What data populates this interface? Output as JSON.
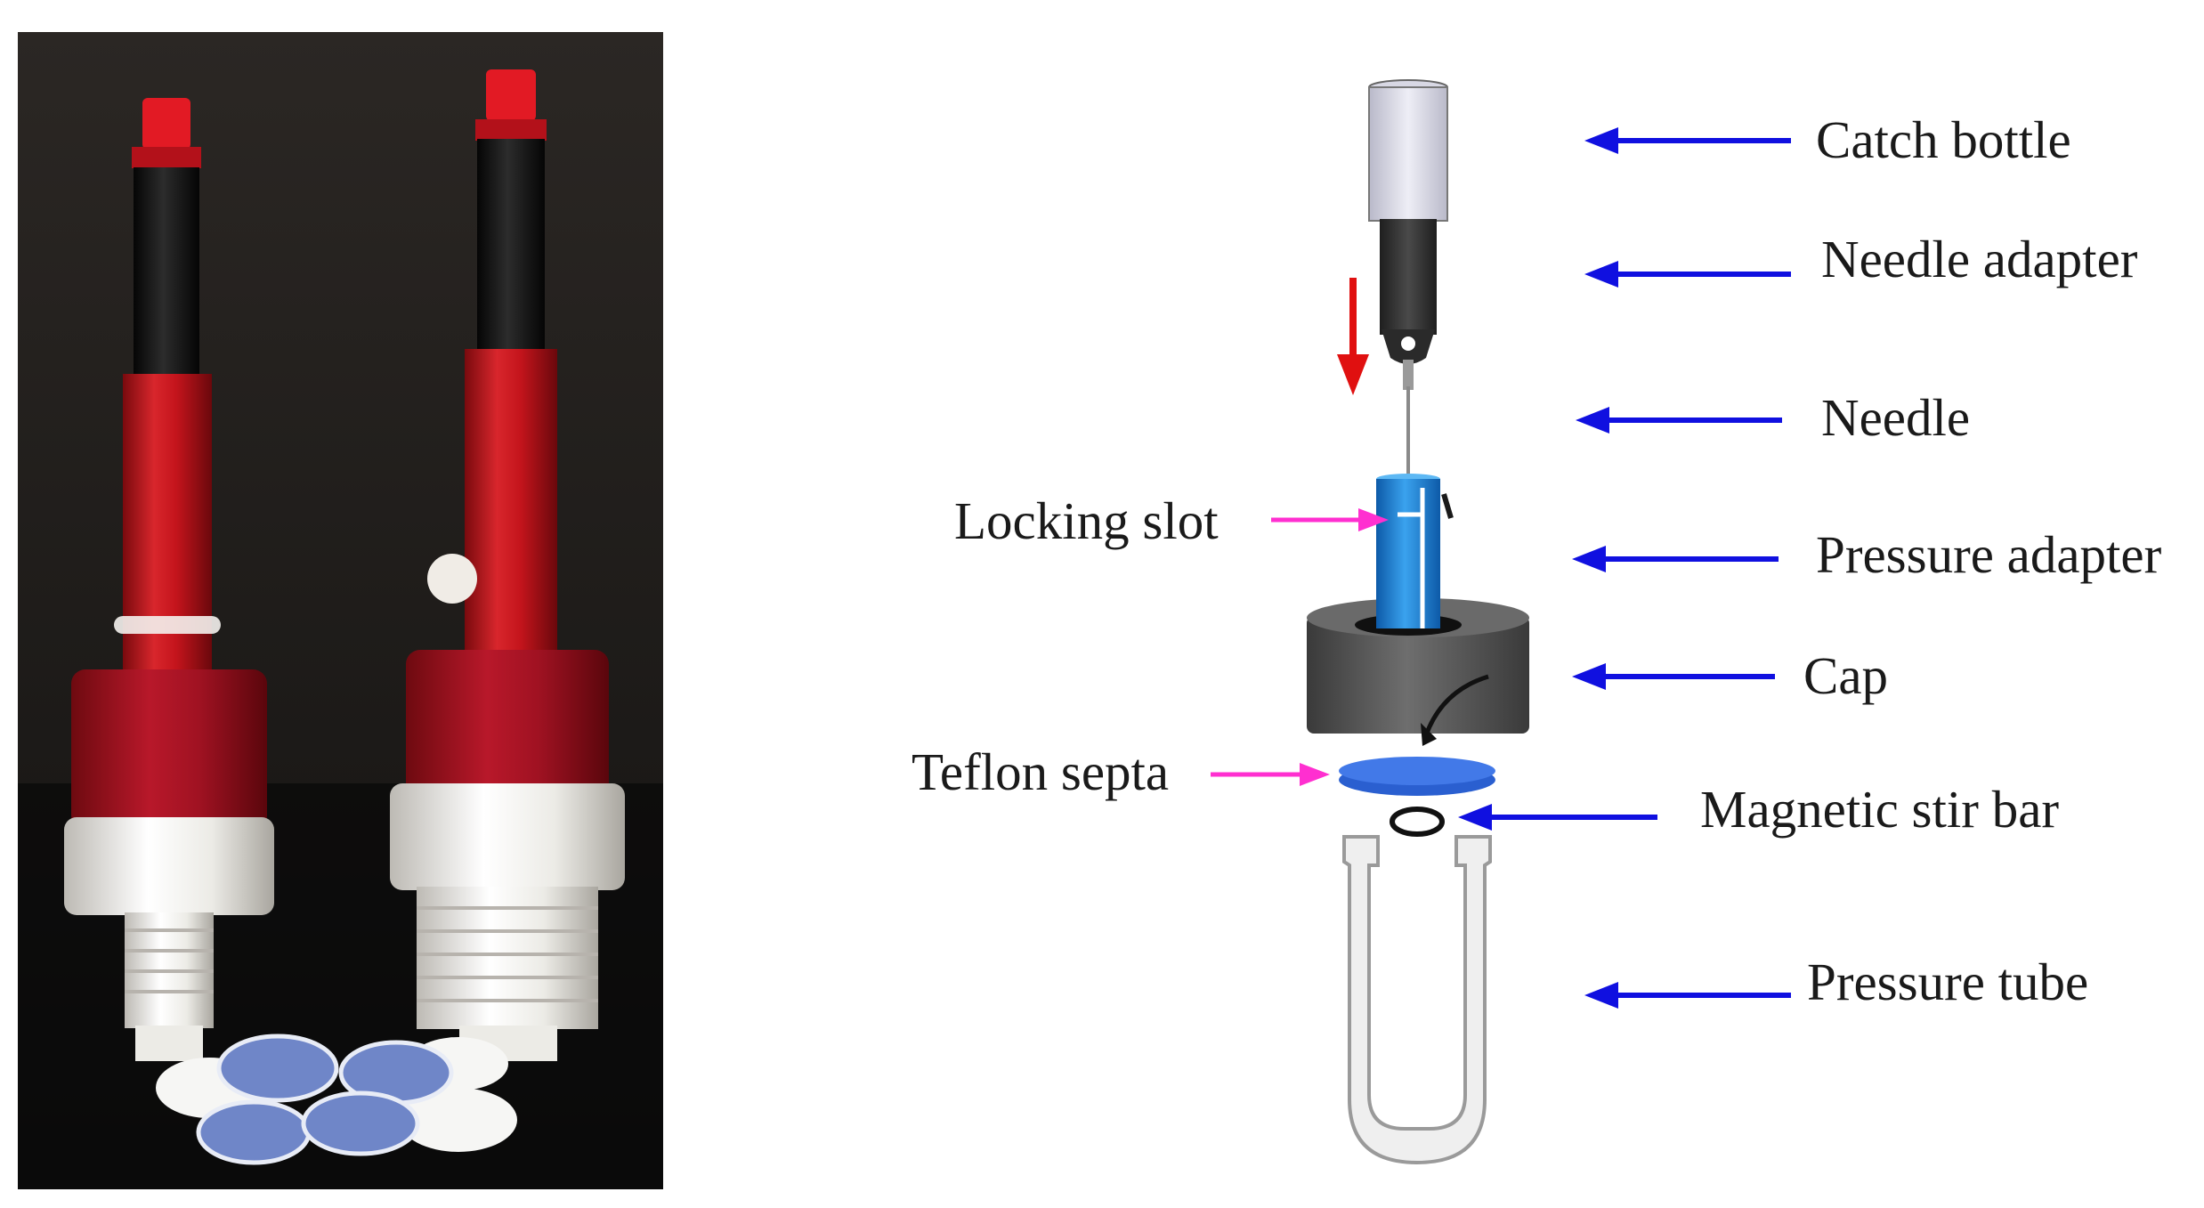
{
  "labels": {
    "catch_bottle": "Catch bottle",
    "needle_adapter": "Needle adapter",
    "needle": "Needle",
    "locking_slot": "Locking slot",
    "pressure_adapter": "Pressure adapter",
    "cap": "Cap",
    "teflon_septa": "Teflon septa",
    "magnetic_stir_bar": "Magnetic stir bar",
    "pressure_tube": "Pressure tube"
  },
  "colors": {
    "callout_arrow": "#1010e0",
    "inline_arrow": "#ff2fd0",
    "direction_arrow": "#e01010",
    "pressure_adapter": "#1e88d8",
    "cap": "#5c5c5c",
    "septa": "#2a5fd0",
    "photo_background": "#1c1a18",
    "photo_red": "#c4141c",
    "photo_white": "#f2f0ec",
    "photo_septa_blue": "#6f86c8"
  }
}
